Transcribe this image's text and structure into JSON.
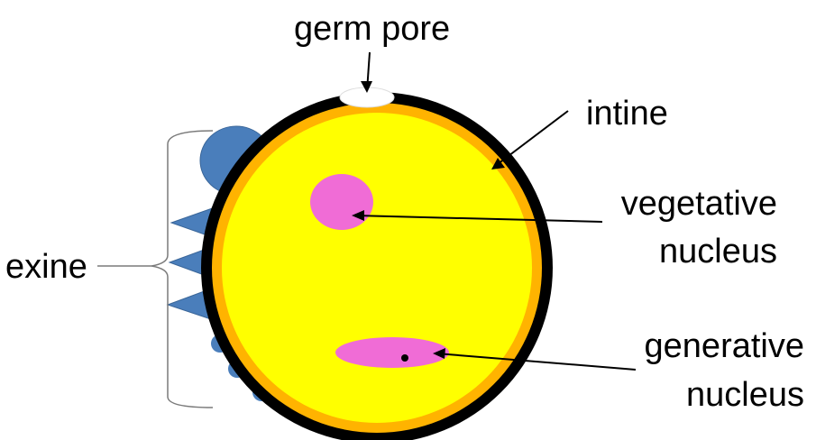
{
  "labels": {
    "germ_pore": "germ pore",
    "intine": "intine",
    "vegetative_line1": "vegetative",
    "vegetative_line2": "nucleus",
    "generative_line1": "generative",
    "generative_line2": "nucleus",
    "exine": "exine"
  },
  "colors": {
    "exine_wall": "#000000",
    "intine_layer": "#FFB300",
    "cytoplasm": "#FFFF00",
    "nuclei": "#F06CD6",
    "spines": "#4A7EBB",
    "germ_pore": "#FFFFFF"
  }
}
